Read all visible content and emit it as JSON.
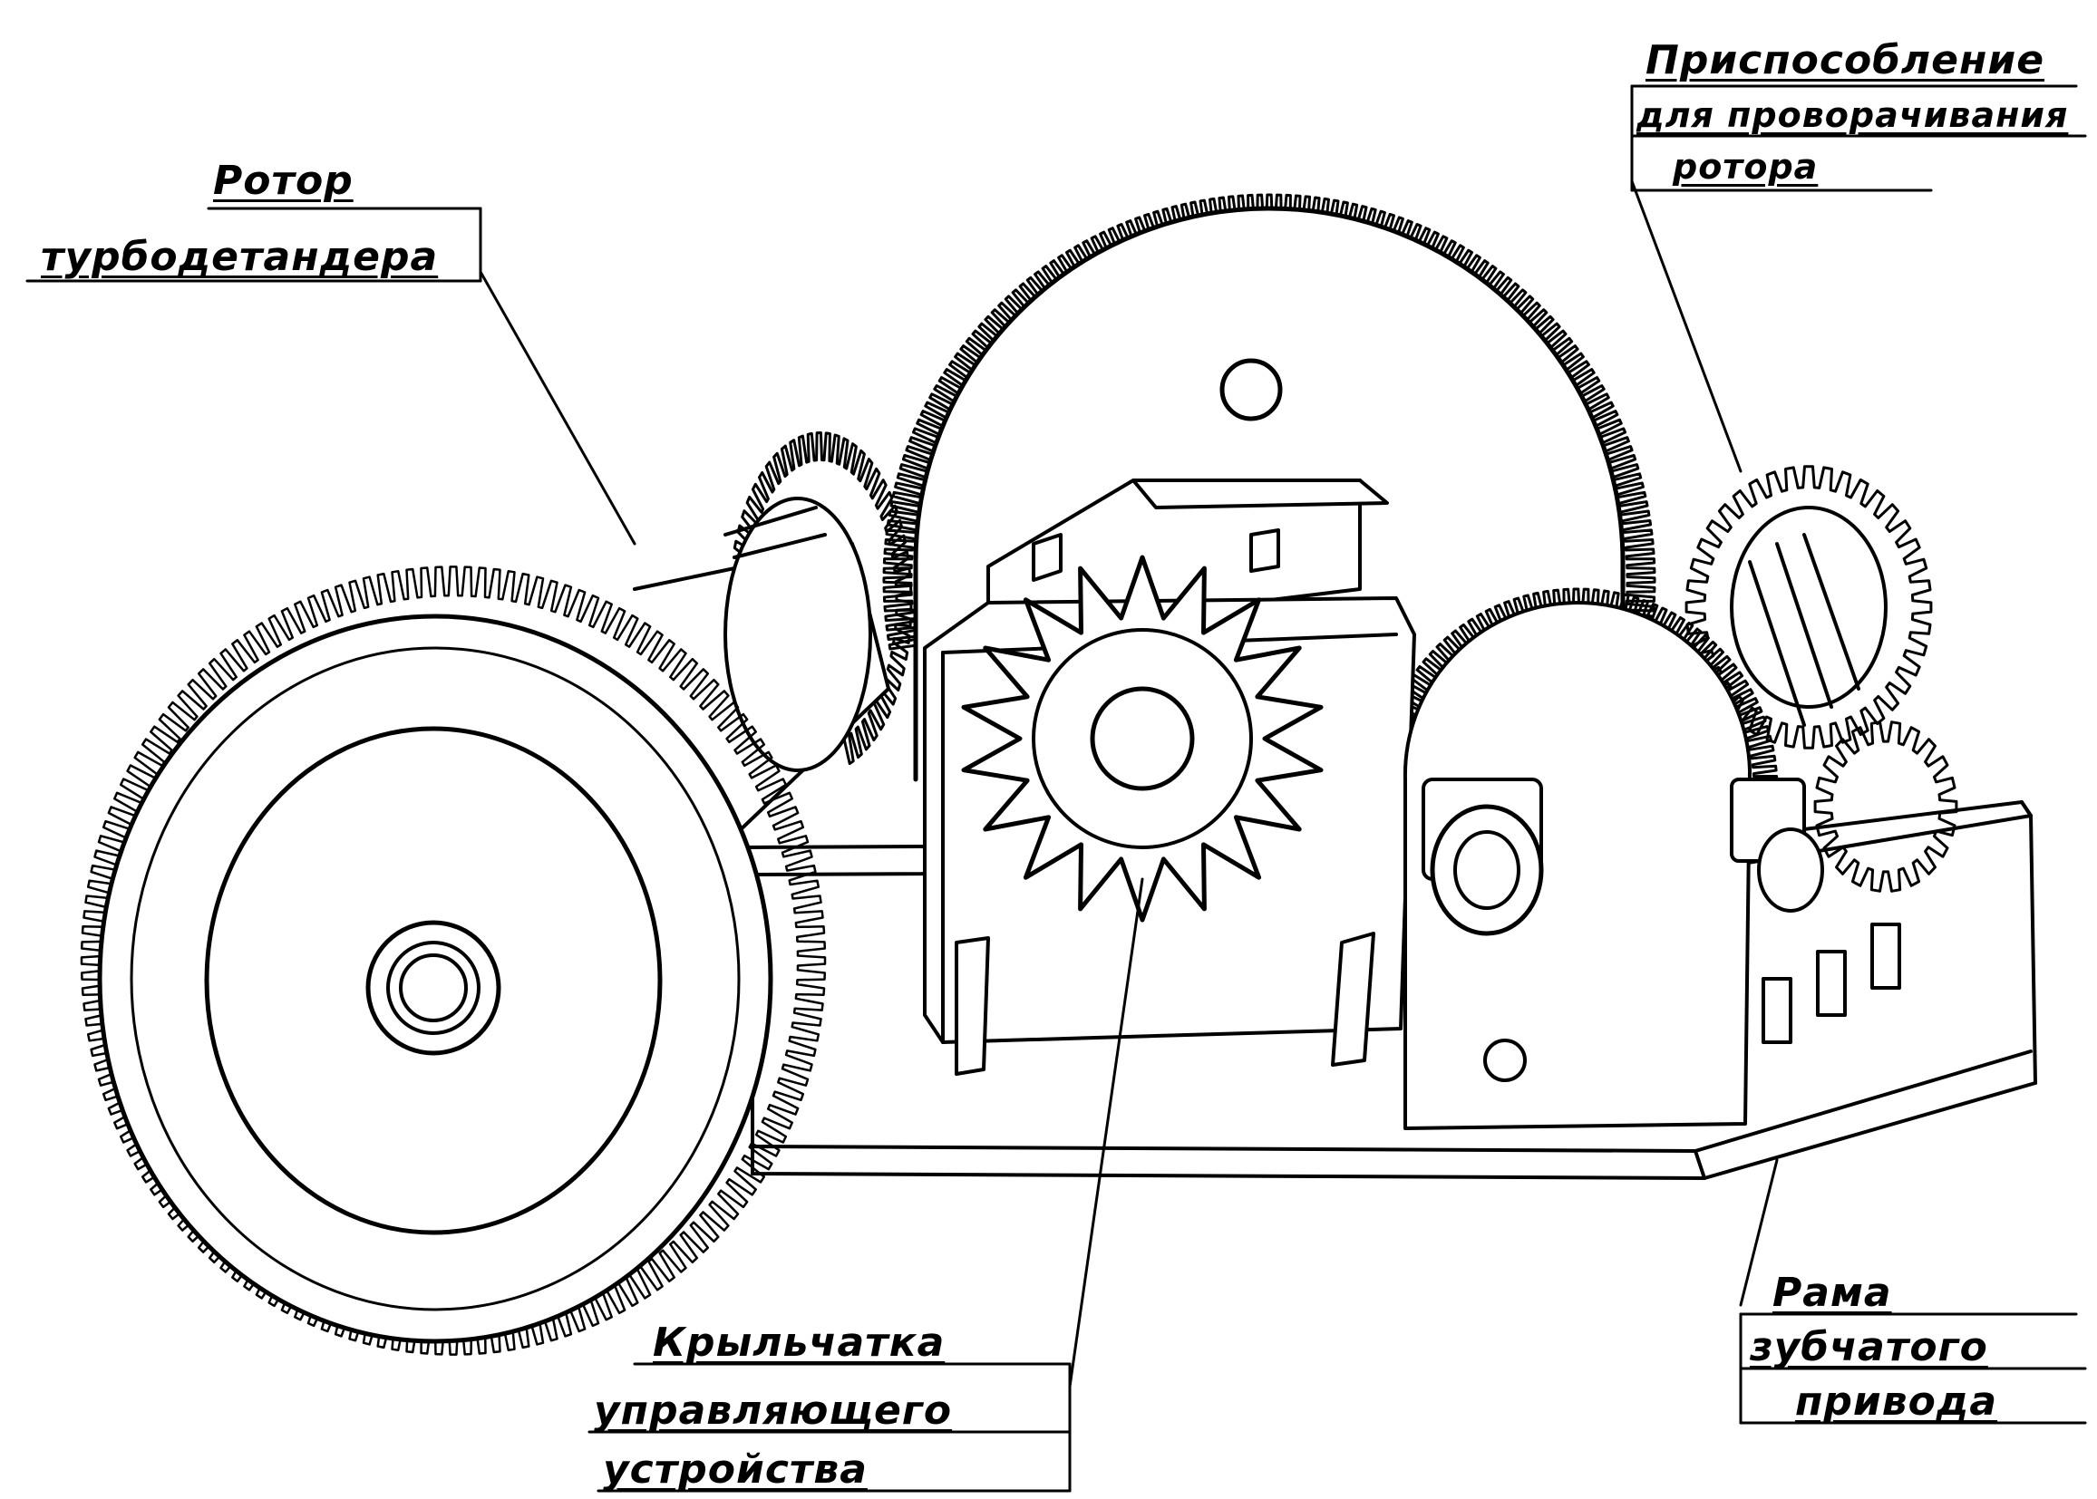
{
  "labels": {
    "rotor": [
      "Ротор",
      "турбодетандера"
    ],
    "fixture": [
      "Приспособление",
      "для проворачивания",
      "ротора"
    ],
    "impeller": [
      "Крыльчатка",
      "управляющего",
      "устройства"
    ],
    "frame": [
      "Рама",
      "зубчатого",
      "привода"
    ]
  },
  "colors": {
    "ink": "#000000",
    "paper": "#ffffff"
  }
}
